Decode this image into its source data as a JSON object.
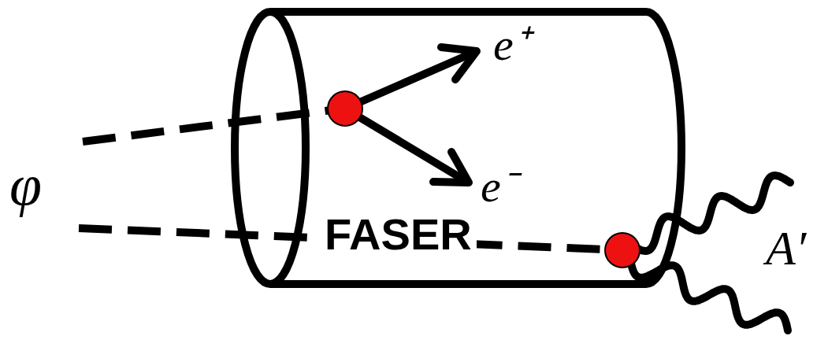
{
  "diagram": {
    "nodes": [
      {
        "text": [
          "FASER"
        ]
      }
    ],
    "labels": [
      "φ",
      "e⁺",
      "e⁻",
      "A′"
    ]
  }
}
